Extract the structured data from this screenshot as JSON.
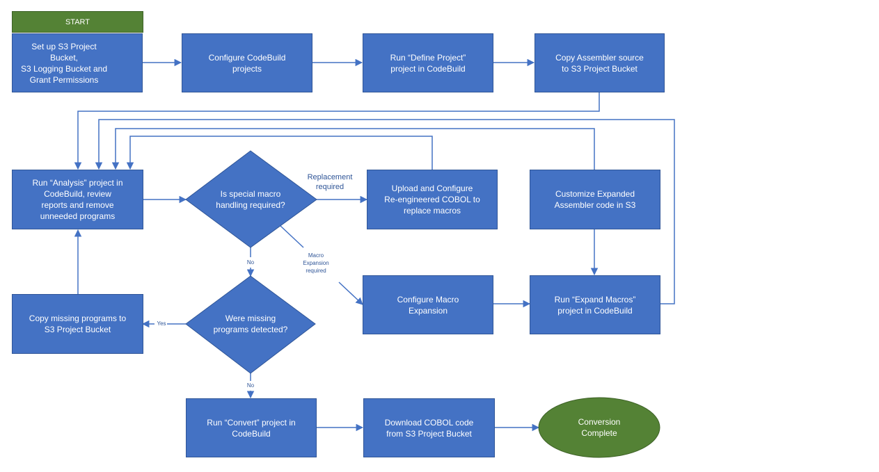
{
  "colors": {
    "box_fill": "#4472c4",
    "box_border": "#2f5597",
    "connector": "#4472c4",
    "start_fill": "#548235",
    "end_fill": "#548235",
    "text_on_shape": "#ffffff",
    "label_text": "#2f5597"
  },
  "start": {
    "label": "START"
  },
  "steps": {
    "setup_buckets": {
      "line1": "Set up S3 Project Bucket,",
      "line2": "S3 Logging Bucket and",
      "line3": "Grant Permissions"
    },
    "configure_codebuild": {
      "line1": "Configure CodeBuild",
      "line2": "projects"
    },
    "define_project": {
      "line1": "Run “Define Project”",
      "line2": "project in CodeBuild"
    },
    "copy_assembler": {
      "line1": "Copy Assembler source",
      "line2": "to S3 Project Bucket"
    },
    "run_analysis": {
      "line1": "Run “Analysis” project in",
      "line2": "CodeBuild, review",
      "line3": "reports and remove",
      "line4": "unneeded programs"
    },
    "upload_cobol": {
      "line1": "Upload and Configure",
      "line2": "Re-engineered COBOL to",
      "line3": "replace macros"
    },
    "customize_expanded": {
      "line1": "Customize Expanded",
      "line2": "Assembler code in S3"
    },
    "copy_missing": {
      "line1": "Copy missing programs to",
      "line2": "S3 Project Bucket"
    },
    "configure_macro": {
      "line1": "Configure Macro",
      "line2": "Expansion"
    },
    "expand_macros": {
      "line1": "Run “Expand Macros”",
      "line2": "project in CodeBuild"
    },
    "run_convert": {
      "line1": "Run “Convert” project in",
      "line2": "CodeBuild"
    },
    "download_cobol": {
      "line1": "Download COBOL code",
      "line2": "from S3 Project Bucket"
    }
  },
  "decisions": {
    "macro_handling": {
      "line1": "Is special macro",
      "line2": "handling required?"
    },
    "missing_programs": {
      "line1": "Were missing",
      "line2": "programs detected?"
    }
  },
  "end": {
    "line1": "Conversion",
    "line2": "Complete"
  },
  "edge_labels": {
    "replacement": {
      "line1": "Replacement",
      "line2": "required"
    },
    "macro_expansion": {
      "line1": "Macro",
      "line2": "Expansion",
      "line3": "required"
    },
    "no_1": "No",
    "yes": "Yes",
    "no_2": "No"
  }
}
